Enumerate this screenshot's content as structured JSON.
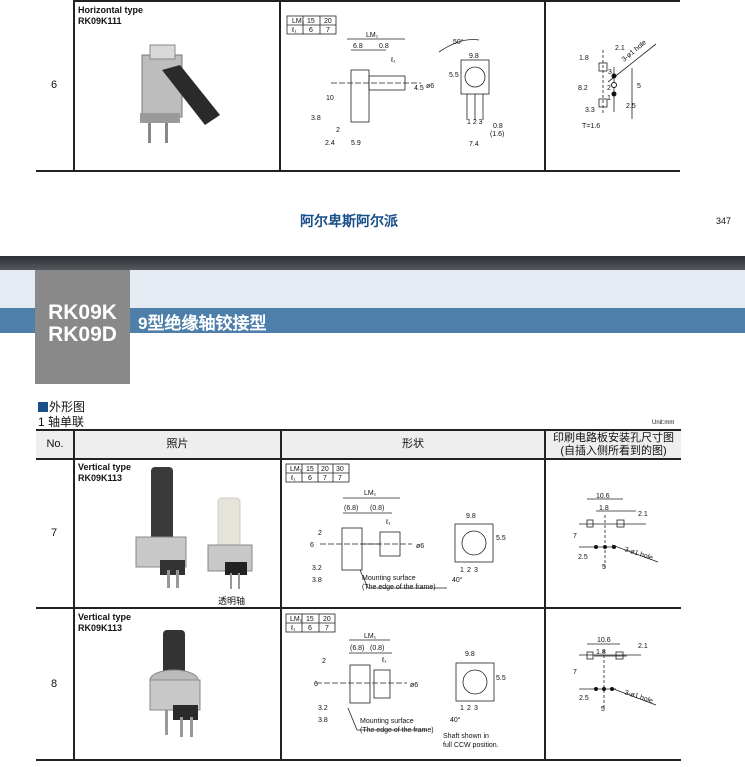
{
  "top_section": {
    "row": {
      "no": "6",
      "type": "Horizontal type",
      "model": "RK09K111",
      "lm_table": {
        "head": [
          "LM₁",
          "15",
          "20"
        ],
        "row": [
          "ℓ₁",
          "6",
          "7"
        ]
      },
      "dims": [
        "LM₁",
        "6.8",
        "0.8",
        "ℓ₁",
        "4.5",
        "ø6",
        "10",
        "3.8",
        "2",
        "2.4",
        "5.9",
        "50°",
        "9.8",
        "5.5",
        "1 2 3",
        "0.8",
        "(1.6)",
        "7.4"
      ],
      "pcb_dims": [
        "2.1",
        "1.8",
        "8.2",
        "3",
        "2",
        "1",
        "5",
        "2.5",
        "3.3",
        "3-ø1 hole",
        "T=1.6"
      ]
    },
    "footer_brand": "阿尔卑斯阿尔派",
    "page_number": "347"
  },
  "header": {
    "model_codes": [
      "RK09K",
      "RK09D"
    ],
    "title": "9型绝缘轴铰接型"
  },
  "section": {
    "heading": "外形图",
    "subheading": "1 轴单联",
    "unit": "Unit:mm"
  },
  "table": {
    "columns": [
      "No.",
      "照片",
      "形状",
      "印刷电路板安装孔尺寸图\n(自插入侧所看到的图)"
    ],
    "rows": [
      {
        "no": "7",
        "type": "Vertical type",
        "model": "RK09K113",
        "photo_caption": "透明轴",
        "lm_table": {
          "head": [
            "LM₁",
            "15",
            "20",
            "30"
          ],
          "row": [
            "ℓ₁",
            "6",
            "7",
            "7"
          ]
        },
        "dims": [
          "LM₁",
          "(6.8)",
          "(0.8)",
          "ℓ₁",
          "2",
          "6",
          "ø6",
          "3.2",
          "3.8",
          "Mounting surface",
          "(The edge of the frame)",
          "9.8",
          "5.5",
          "1",
          "2",
          "3",
          "40°"
        ],
        "pcb_dims": [
          "10.6",
          "1.8",
          "2.1",
          "7",
          "2.5",
          "5",
          "3-ø1 hole"
        ]
      },
      {
        "no": "8",
        "type": "Vertical type",
        "model": "RK09K113",
        "lm_table": {
          "head": [
            "LM₁",
            "15",
            "20"
          ],
          "row": [
            "ℓ₁",
            "6",
            "7"
          ]
        },
        "dims": [
          "LM₁",
          "(6.8)",
          "(0.8)",
          "ℓ₁",
          "2",
          "6",
          "ø6",
          "3.2",
          "3.8",
          "Mounting surface",
          "(The edge of the frame)",
          "9.8",
          "5.5",
          "1",
          "2",
          "3",
          "40°",
          "Shaft shown in",
          "full CCW position."
        ],
        "pcb_dims": [
          "10.6",
          "1.8",
          "2.1",
          "7",
          "2.5",
          "5",
          "3-ø1 hole"
        ]
      }
    ]
  },
  "colors": {
    "brand_blue": "#1a4f8a",
    "band_blue": "#4e7fab",
    "gray_box": "#898989"
  }
}
